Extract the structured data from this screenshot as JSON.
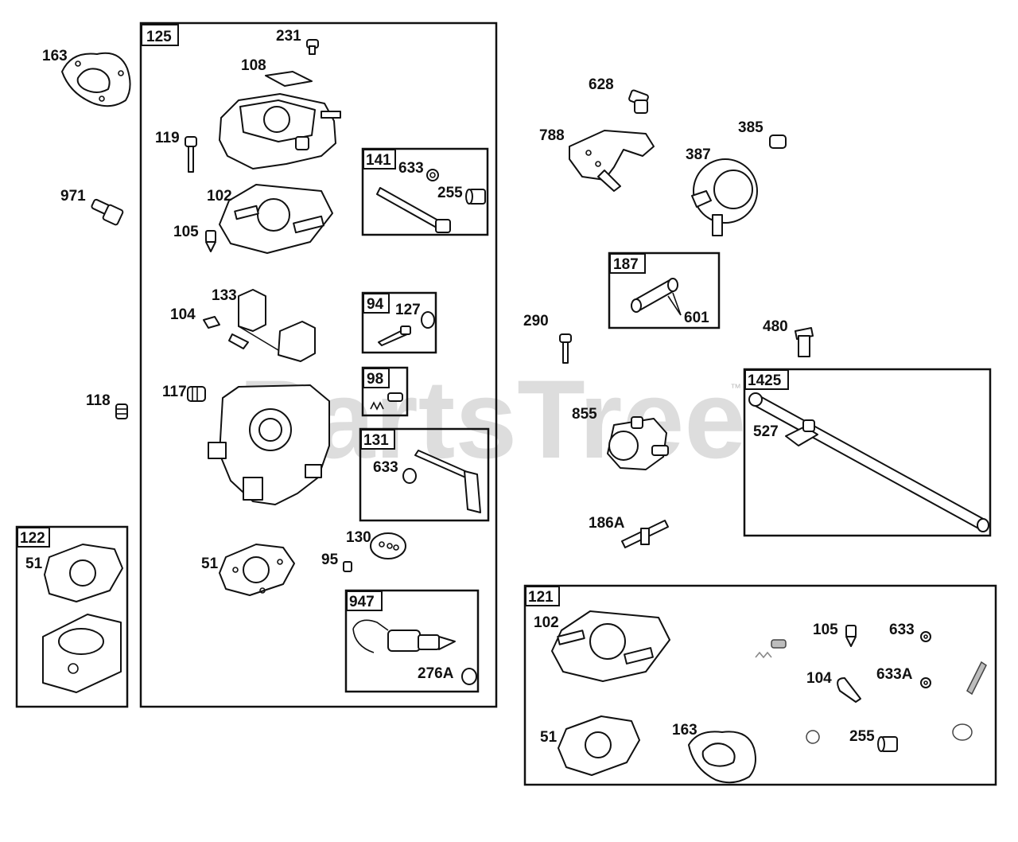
{
  "watermark": {
    "text": "PartsTree",
    "trademark": "™"
  },
  "groups": [
    {
      "id": "g125",
      "label": "125"
    },
    {
      "id": "g141",
      "label": "141"
    },
    {
      "id": "g94",
      "label": "94"
    },
    {
      "id": "g98",
      "label": "98"
    },
    {
      "id": "g131",
      "label": "131"
    },
    {
      "id": "g947",
      "label": "947"
    },
    {
      "id": "g122",
      "label": "122"
    },
    {
      "id": "g187",
      "label": "187"
    },
    {
      "id": "g1425",
      "label": "1425"
    },
    {
      "id": "g121",
      "label": "121"
    }
  ],
  "callouts": [
    "163",
    "231",
    "108",
    "119",
    "971",
    "102",
    "105",
    "633",
    "255",
    "133",
    "104",
    "127",
    "118",
    "117",
    "633",
    "130",
    "95",
    "51",
    "51",
    "276A",
    "628",
    "788",
    "385",
    "387",
    "601",
    "290",
    "480",
    "855",
    "527",
    "186A",
    "102",
    "105",
    "633",
    "104",
    "633A",
    "51",
    "163",
    "255"
  ]
}
